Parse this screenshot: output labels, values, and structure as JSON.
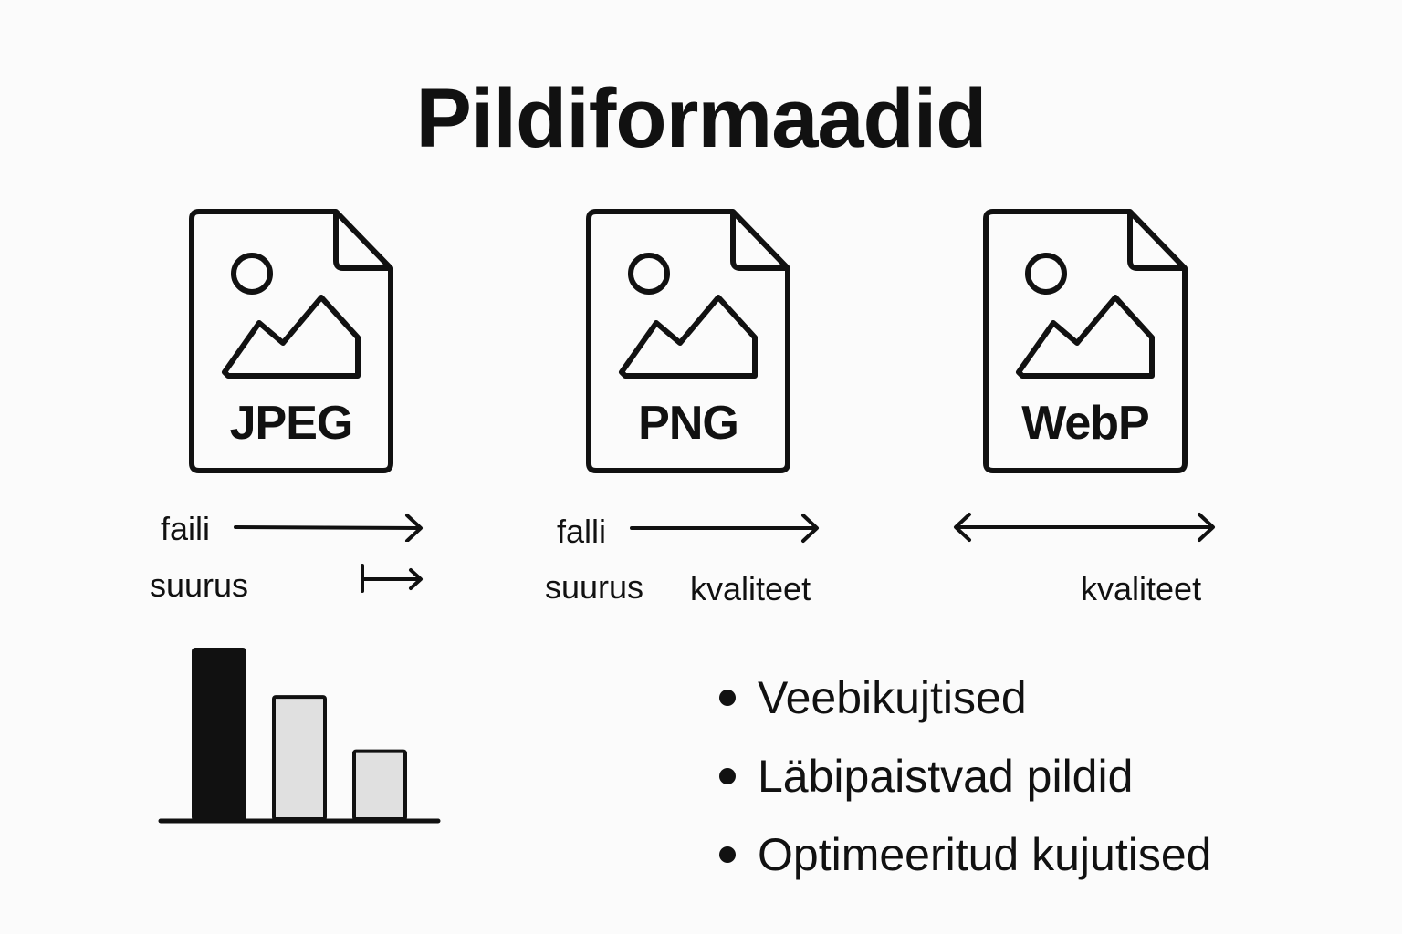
{
  "title": "Pildiformaadid",
  "formats": [
    {
      "label": "JPEG"
    },
    {
      "label": "PNG"
    },
    {
      "label": "WebP"
    }
  ],
  "labels": {
    "jpeg_line1": "faili",
    "jpeg_line2": "suurus",
    "png_line1": "falli",
    "png_line2": "suurus",
    "png_quality": "kvaliteet",
    "webp_quality": "kvaliteet"
  },
  "chart_data": {
    "type": "bar",
    "categories": [
      "",
      "",
      ""
    ],
    "values": [
      100,
      72,
      40
    ],
    "colors": [
      "#111111",
      "#e0e0e0",
      "#e0e0e0"
    ]
  },
  "bullets": [
    "Veebikujtised",
    "Läbipaistvad pildid",
    "Optimeeritud kujutised"
  ],
  "colors": {
    "ink": "#111111",
    "light_fill": "#e0e0e0",
    "background": "#fbfbfb"
  }
}
